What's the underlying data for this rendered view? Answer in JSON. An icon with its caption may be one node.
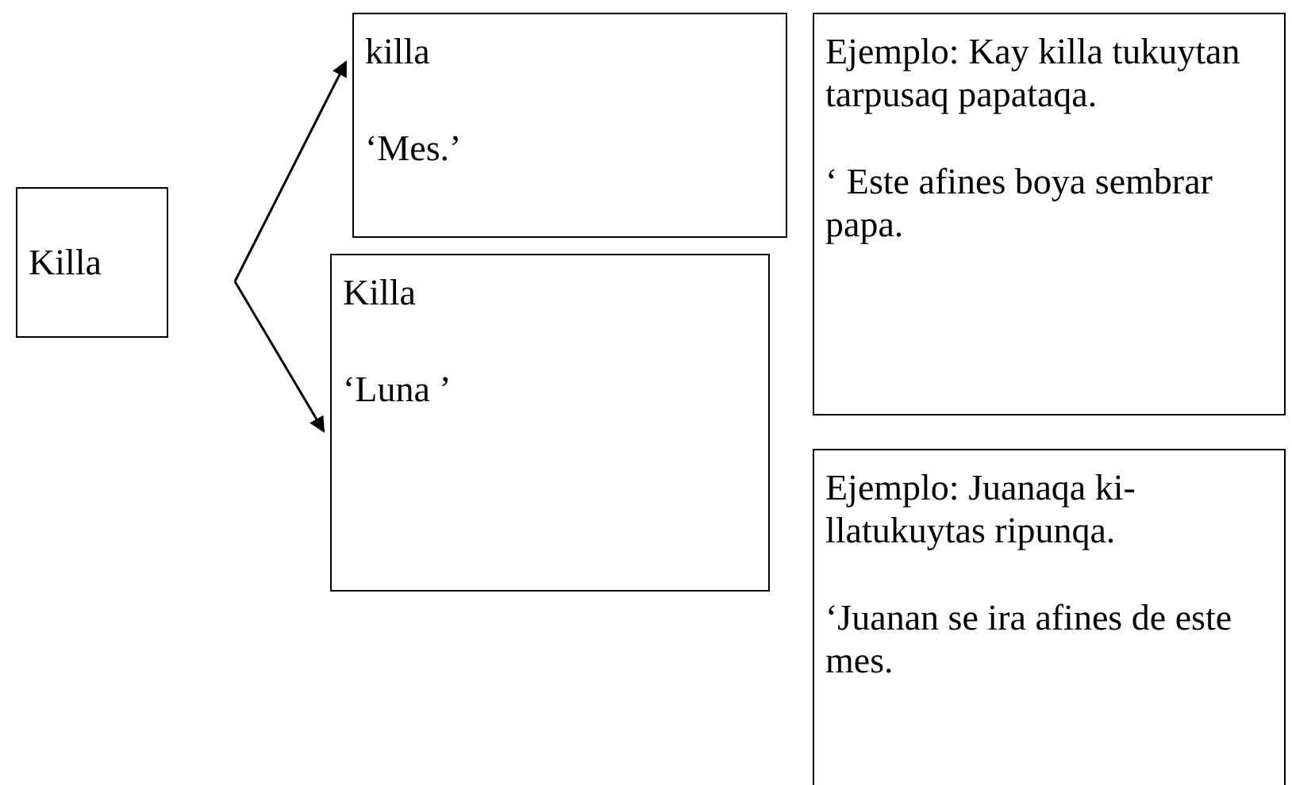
{
  "diagram": {
    "nodes": [
      {
        "text": [
          "Killa"
        ]
      },
      {
        "text": [
          "killa",
          "‘Mes.’"
        ]
      },
      {
        "text": [
          "Killa",
          "‘Luna ’"
        ]
      },
      {
        "text": [
          "Ejemplo:  Kay killa tukuytan tarpusaq papataqa.",
          "‘ Este afines boya sembrar papa."
        ]
      },
      {
        "text": [
          "Ejemplo: Juanaqa ki-llatukuytas ripunqa.",
          "‘Juanan se ira afines de este mes."
        ]
      }
    ],
    "edges": [
      {
        "from": 0,
        "to": 1,
        "arrow": "to"
      },
      {
        "from": 0,
        "to": 2,
        "arrow": "to"
      }
    ]
  }
}
